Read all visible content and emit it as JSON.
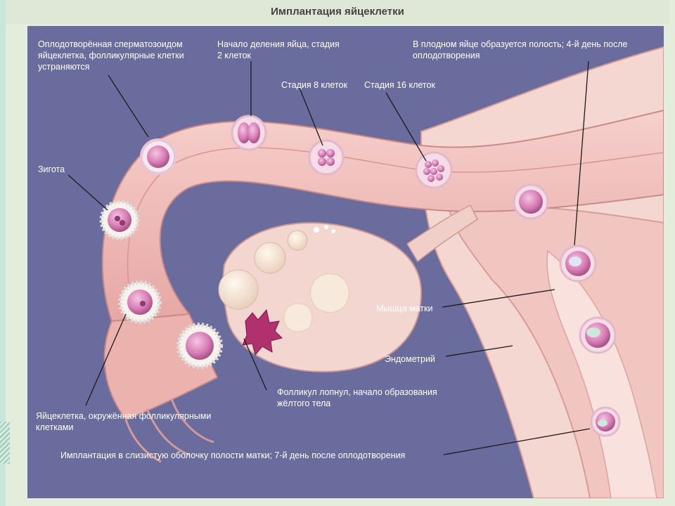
{
  "title": "Имплантация яйцеклетки",
  "labels": {
    "fertilized": "Оплодотворённая сперматозоидом\nяйцеклетка, фолликулярные клетки\nустраняются",
    "two_cell": "Начало деления яйца, стадия\n2 клеток",
    "eight_cell": "Стадия 8 клеток",
    "sixteen_cell": "Стадия 16 клеток",
    "blastocyst": "В плодном яйце образуется полость; 4-й день после\nоплодотворения",
    "zygote": "Зигота",
    "muscle": "Мышца матки",
    "endometrium": "Эндометрий",
    "follicle": "Фолликул лопнул, начало образования\nжёлтого тела",
    "oocyte": "Яйцеклетка, окружённая фолликулярными\nклетками",
    "implantation": "Имплантация в слизистую оболочку полости матки; 7-й день после оплодотворения"
  }
}
